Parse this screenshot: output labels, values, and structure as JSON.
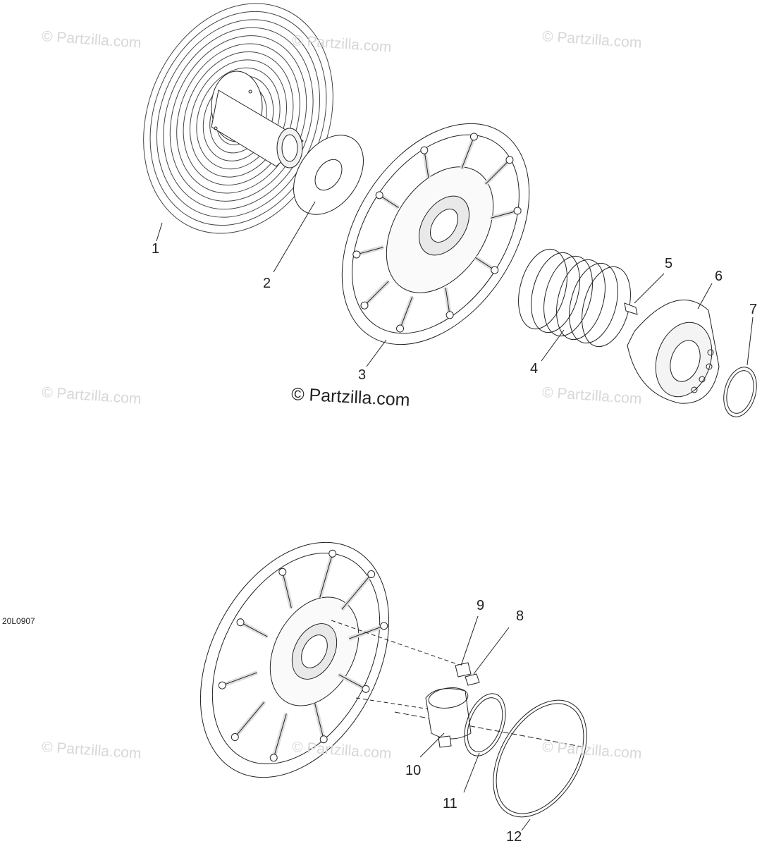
{
  "diagram": {
    "code": "20L0907",
    "watermark_main": "© Partzilla.com",
    "watermarks": [
      "© Partzilla.com",
      "© Partzilla.com",
      "© Partzilla.com",
      "© Partzilla.com",
      "© Partzilla.com",
      "© Partzilla.com",
      "© Partzilla.com",
      "© Partzilla.com"
    ],
    "callouts": [
      "1",
      "2",
      "3",
      "4",
      "5",
      "6",
      "7",
      "8",
      "9",
      "10",
      "11",
      "12"
    ]
  },
  "colors": {
    "ink": "#222222",
    "watermark": "#d7d7d7",
    "shade": "#e6e6e6"
  }
}
